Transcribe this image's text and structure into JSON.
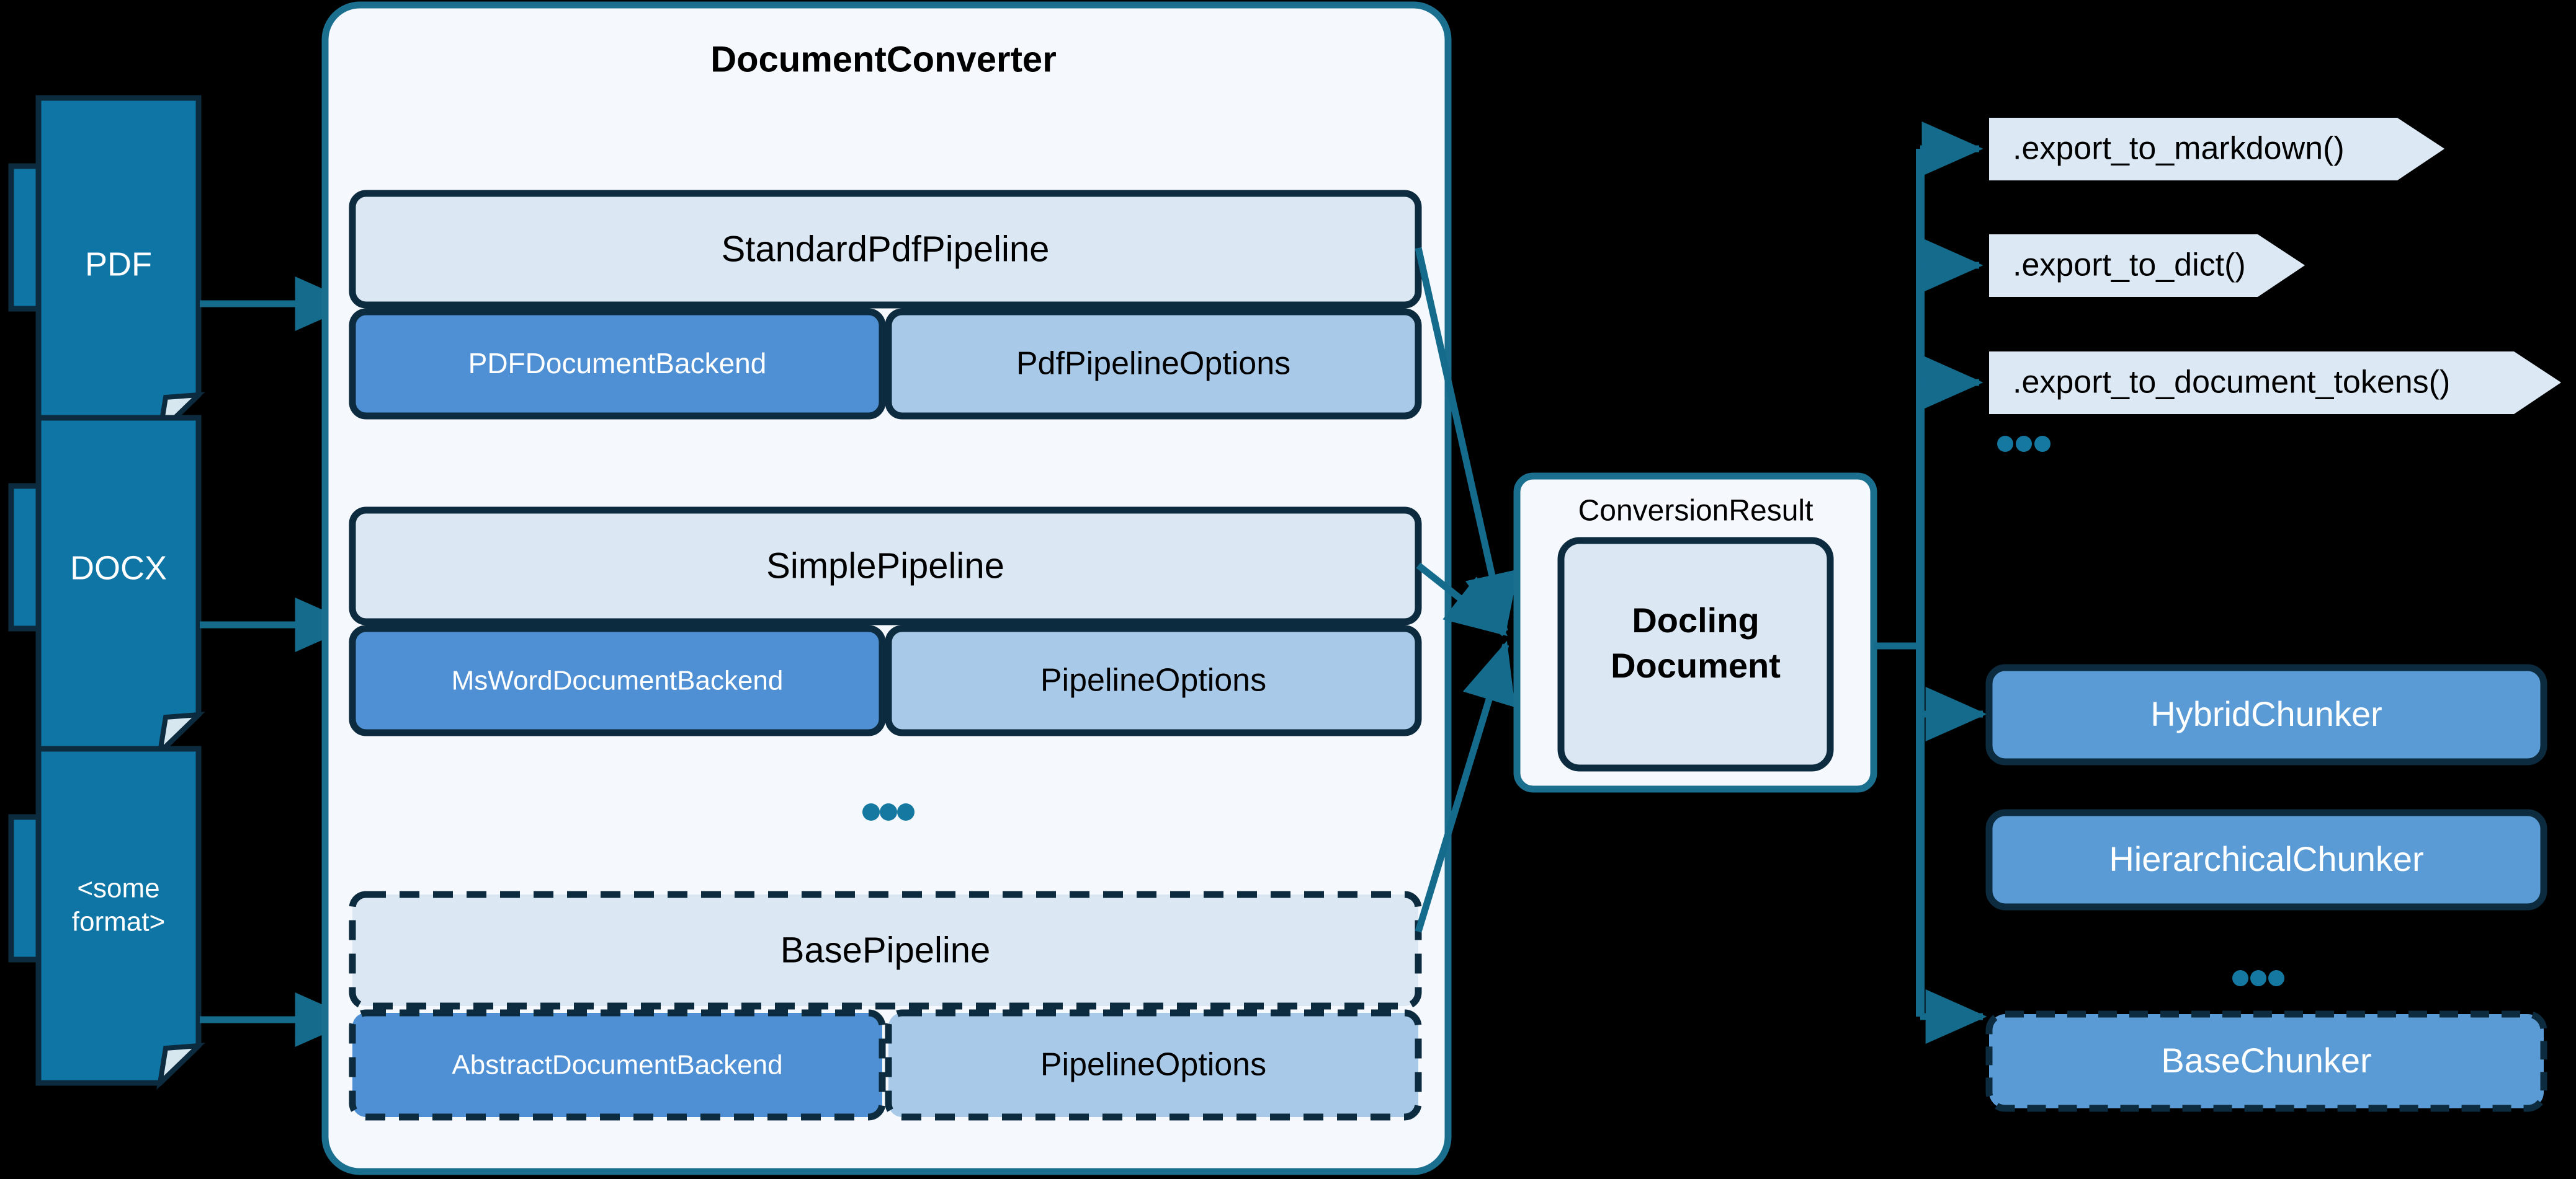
{
  "colors": {
    "background": "#000000",
    "doc_fill": "#0f75a5",
    "doc_stroke": "#0d2b3e",
    "container_fill": "#f5f8fd",
    "container_stroke": "#1a6e8e",
    "pipeline_fill": "#dbe8f4",
    "pipeline_stroke": "#0d2b3e",
    "backend_fill": "#4f90d4",
    "options_fill": "#a9c9e8",
    "chunker_fill": "#5a9bd5",
    "export_fill": "#dce9f5",
    "connector": "#156b8c",
    "dots": "#1478a0",
    "text_dark": "#000000",
    "text_light": "#ffffff"
  },
  "inputs": {
    "items": [
      {
        "label": "PDF"
      },
      {
        "label": "DOCX"
      },
      {
        "label_line1": "<some",
        "label_line2": "format>"
      }
    ],
    "ellipsis": "..."
  },
  "converter": {
    "title": "DocumentConverter",
    "ellipsis": "...",
    "pipelines": [
      {
        "name": "StandardPdfPipeline",
        "backend": "PDFDocumentBackend",
        "options": "PdfPipelineOptions",
        "dashed": false
      },
      {
        "name": "SimplePipeline",
        "backend": "MsWordDocumentBackend",
        "options": "PipelineOptions",
        "dashed": false
      },
      {
        "name": "BasePipeline",
        "backend": "AbstractDocumentBackend",
        "options": "PipelineOptions",
        "dashed": true
      }
    ]
  },
  "result": {
    "title": "ConversionResult",
    "doc_line1": "Docling",
    "doc_line2": "Document"
  },
  "exports": {
    "items": [
      {
        "label": ".export_to_markdown()"
      },
      {
        "label": ".export_to_dict()"
      },
      {
        "label": ".export_to_document_tokens()"
      }
    ],
    "ellipsis": "..."
  },
  "chunkers": {
    "items": [
      {
        "label": "HybridChunker",
        "dashed": false
      },
      {
        "label": "HierarchicalChunker",
        "dashed": false
      },
      {
        "label": "BaseChunker",
        "dashed": true
      }
    ],
    "ellipsis": "..."
  }
}
